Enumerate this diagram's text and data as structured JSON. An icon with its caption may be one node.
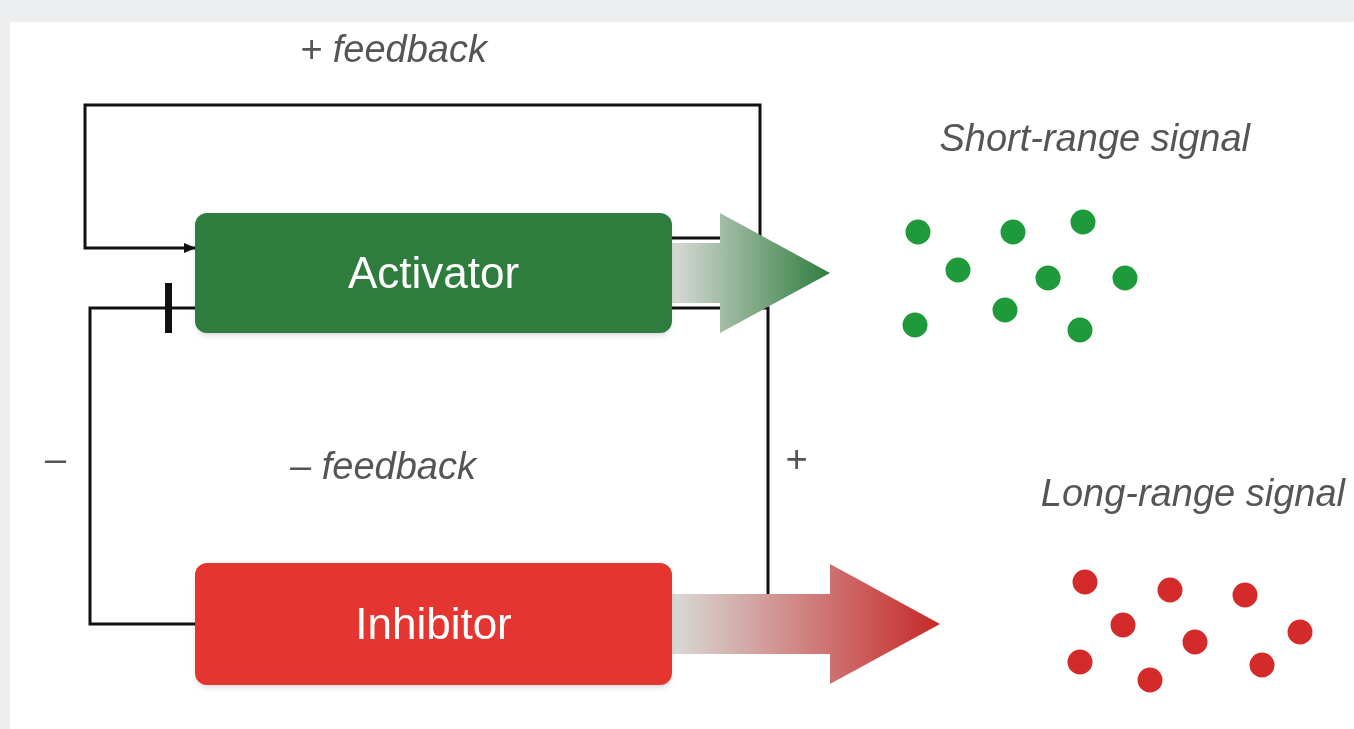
{
  "diagram": {
    "nodes": [
      {
        "text": [
          "Activator"
        ]
      },
      {
        "text": [
          "Inhibitor"
        ]
      },
      {
        "text": [
          "Short-range signal"
        ]
      },
      {
        "text": [
          "Long-range signal"
        ]
      }
    ],
    "edges": [
      {
        "from": 0,
        "to": 0,
        "arrow": "to",
        "label": "+ feedback"
      },
      {
        "from": 0,
        "to": 1,
        "arrow": "to",
        "label": "+"
      },
      {
        "from": 1,
        "to": 0,
        "arrow": "other",
        "label": "–"
      },
      {
        "from": 0,
        "to": 2,
        "arrow": "to",
        "style": "thick",
        "color": "#2e7d3e"
      },
      {
        "from": 1,
        "to": 3,
        "arrow": "to",
        "style": "thick",
        "color": "#c62828"
      }
    ],
    "labels": [
      "– feedback"
    ]
  }
}
